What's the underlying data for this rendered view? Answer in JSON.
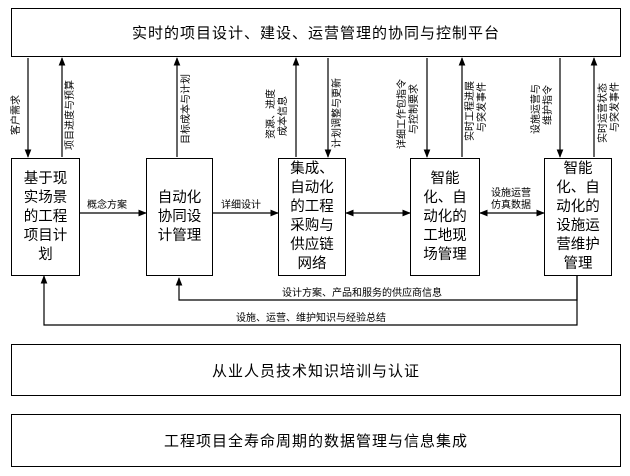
{
  "platform": {
    "title": "实时的项目设计、建设、运营管理的协同与控制平台"
  },
  "training": {
    "title": "从业人员技术知识培训与认证"
  },
  "lifecycle": {
    "title": "工程项目全寿命周期的数据管理与信息集成"
  },
  "process_boxes": [
    {
      "id": "b1",
      "lines": [
        "基于现",
        "实场景",
        "的工程",
        "项目计",
        "划"
      ]
    },
    {
      "id": "b2",
      "lines": [
        "自动化",
        "协同设",
        "计管理"
      ]
    },
    {
      "id": "b3",
      "lines": [
        "集成、",
        "自动化",
        "的工程",
        "采购与",
        "供应链",
        "网络"
      ]
    },
    {
      "id": "b4",
      "lines": [
        "智能",
        "化、自",
        "动化的",
        "工地现",
        "场管理"
      ]
    },
    {
      "id": "b5",
      "lines": [
        "智能",
        "化、自",
        "动化的",
        "设施运",
        "营维护",
        "管理"
      ]
    }
  ],
  "flow_labels": {
    "concept": "概念方案",
    "detailed": "详细设计",
    "sim_line1": "设施运营",
    "sim_line2": "仿真数据",
    "feedback1": "设计方案、产品和服务的供应商信息",
    "feedback2": "设施、运营、维护知识与经验总结"
  },
  "vertical_labels": {
    "customer": "客户需求",
    "progress_budget": "项目进度与预算",
    "cost_plan": "目标成本与计划",
    "resource_a": "资源、进度",
    "resource_b": "成本信息",
    "plan_adjust": "计划调整与更新",
    "pkg_a": "详细工作包指令",
    "pkg_b": "与控制要求",
    "site_a": "实时工程进展",
    "site_b": "与突发事件",
    "ops_a": "设施运营与",
    "ops_b": "维护指令",
    "status_a": "实时运营状态",
    "status_b": "与突发事件"
  }
}
